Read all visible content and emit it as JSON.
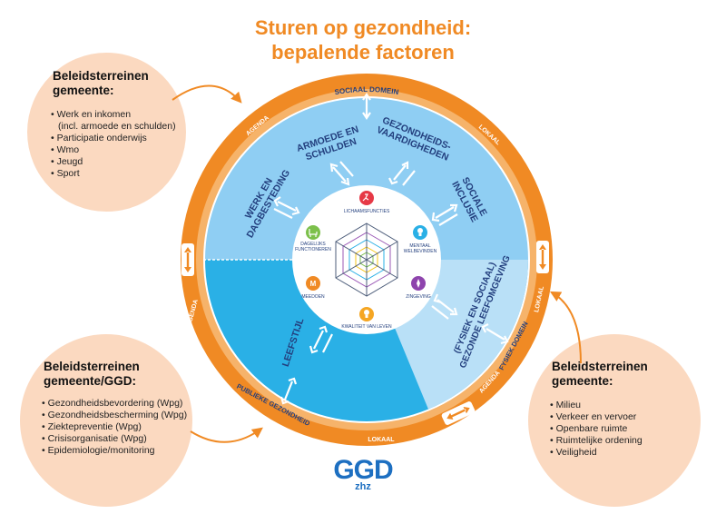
{
  "title": {
    "line1": "Sturen op gezondheid:",
    "line2": "bepalende factoren"
  },
  "bubbles": {
    "top_left": {
      "heading1": "Beleidsterreinen",
      "heading2": "gemeente:",
      "items": [
        "Werk en inkomen",
        "(incl. armoede en schulden)",
        "Participatie onderwijs",
        "Wmo",
        "Jeugd",
        "Sport"
      ]
    },
    "bottom_left": {
      "heading1": "Beleidsterreinen",
      "heading2": "gemeente/GGD:",
      "items": [
        "Gezondheidsbevordering (Wpg)",
        "Gezondheidsbescherming (Wpg)",
        "Ziektepreventie (Wpg)",
        "Crisisorganisatie (Wpg)",
        "Epidemiologie/monitoring"
      ]
    },
    "bottom_right": {
      "heading1": "Beleidsterreinen",
      "heading2": "gemeente:",
      "items": [
        "Milieu",
        "Verkeer en vervoer",
        "Openbare ruimte",
        "Ruimtelijke ordening",
        "Veiligheid"
      ]
    }
  },
  "ring_labels": {
    "sociaal_domein": "SOCIAAL DOMEIN",
    "agenda_tl": "AGENDA",
    "lokaal_tr": "LOKAAL",
    "agenda_l": "AGENDA",
    "publieke_gezondheid": "PUBLIEKE GEZONDHEID",
    "lokaal_b": "LOKAAL",
    "fysiek_domein": "FYSIEK DOMEIN",
    "lokaal_r": "LOKAAL",
    "agenda_br": "AGENDA"
  },
  "factors": {
    "werk": [
      "WERK EN",
      "DAGBESTEDING"
    ],
    "armoede": [
      "ARMOEDE EN",
      "SCHULDEN"
    ],
    "vaardigheden": [
      "GEZONDHEIDS-",
      "VAARDIGHEDEN"
    ],
    "inclusie": [
      "SOCIALE",
      "INCLUSIE"
    ],
    "leefomgeving": [
      "(FYSIEK EN SOCIAAL)",
      "GEZONDE LEEFOMGEVING"
    ],
    "leefstijl": [
      "LEEFSTIJL"
    ]
  },
  "core": {
    "lichaamsfuncties": "LICHAAMSFUNCTIES",
    "mentaal": [
      "MENTAAL",
      "WELBEVINDEN"
    ],
    "zingeving": "ZINGEVING",
    "kwaliteit": "KWALITEIT VAN LEVEN",
    "meedoen": "MEEDOEN",
    "dagelijks": [
      "DAGELIJKS",
      "FUNCTIONEREN"
    ]
  },
  "colors": {
    "orange": "#f08a24",
    "orange_light": "#f6b36a",
    "sky": "#8fcef3",
    "blue": "#2ab0e6",
    "pale_blue": "#b9e0f7",
    "navy": "#233f7e",
    "bubble": "#fbd9c0"
  },
  "icons": {
    "lichaamsfuncties": "running-person-icon",
    "mentaal": "lightbulb-head-icon",
    "zingeving": "compass-icon",
    "kwaliteit": "lightbulb-icon",
    "meedoen": "people-icon",
    "dagelijks": "chair-icon"
  },
  "logo": {
    "main": "GGD",
    "sub": "zhz"
  }
}
